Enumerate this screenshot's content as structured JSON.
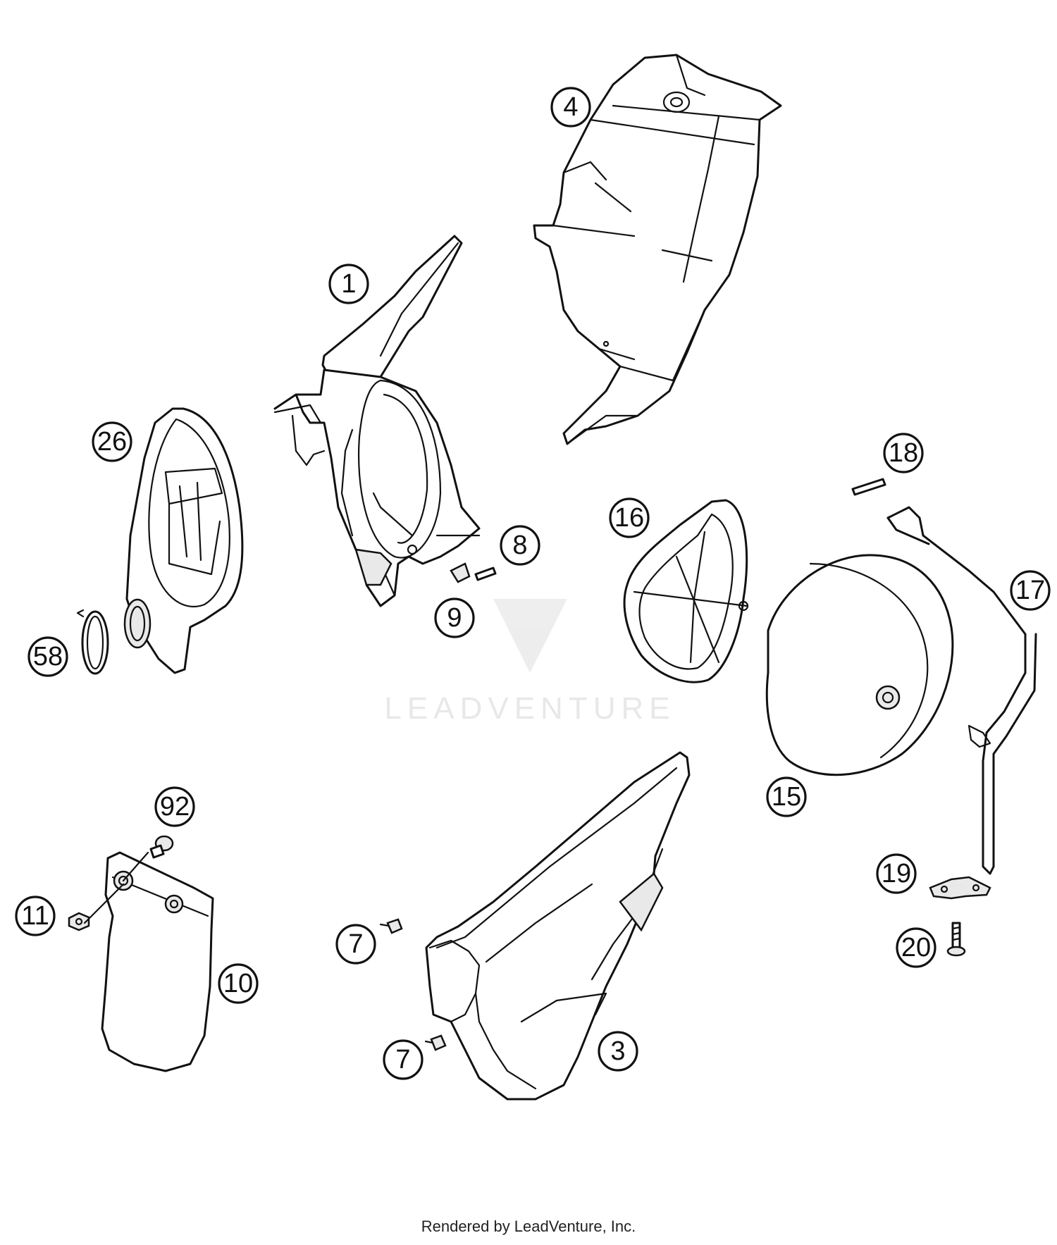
{
  "watermark": {
    "text": "LEADVENTURE"
  },
  "footer": {
    "text": "Rendered by LeadVenture, Inc."
  },
  "callouts": [
    {
      "id": "1",
      "label": "1"
    },
    {
      "id": "3",
      "label": "3"
    },
    {
      "id": "4",
      "label": "4"
    },
    {
      "id": "7a",
      "label": "7"
    },
    {
      "id": "7b",
      "label": "7"
    },
    {
      "id": "8",
      "label": "8"
    },
    {
      "id": "9",
      "label": "9"
    },
    {
      "id": "10",
      "label": "10"
    },
    {
      "id": "11",
      "label": "11"
    },
    {
      "id": "15",
      "label": "15"
    },
    {
      "id": "16",
      "label": "16"
    },
    {
      "id": "17",
      "label": "17"
    },
    {
      "id": "18",
      "label": "18"
    },
    {
      "id": "19",
      "label": "19"
    },
    {
      "id": "20",
      "label": "20"
    },
    {
      "id": "26",
      "label": "26"
    },
    {
      "id": "58",
      "label": "58"
    },
    {
      "id": "92",
      "label": "92"
    }
  ]
}
